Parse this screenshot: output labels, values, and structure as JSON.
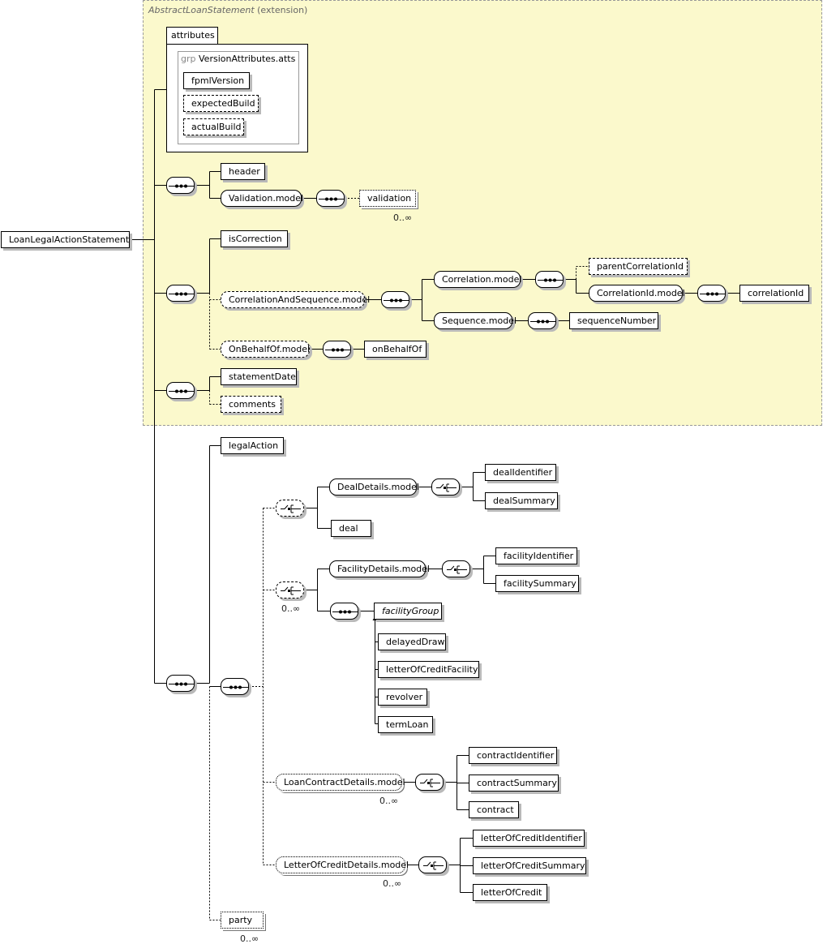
{
  "root": {
    "name": "LoanLegalActionStatement"
  },
  "extension": {
    "base": "AbstractLoanStatement",
    "suffix": "(extension)"
  },
  "attributes": {
    "tab_label": "attributes",
    "group_keyword": "grp",
    "group_name": "VersionAttributes.atts",
    "items": [
      "fpmlVersion",
      "expectedBuild",
      "actualBuild"
    ]
  },
  "elements": {
    "header": "header",
    "validation_model": "Validation.model",
    "validation": "validation",
    "is_correction": "isCorrection",
    "correlation_and_sequence_model": "CorrelationAndSequence.model",
    "correlation_model": "Correlation.model",
    "parent_correlation_id": "parentCorrelationId",
    "correlation_id_model": "CorrelationId.model",
    "correlation_id": "correlationId",
    "sequence_model": "Sequence.model",
    "sequence_number": "sequenceNumber",
    "on_behalf_of_model": "OnBehalfOf.model",
    "on_behalf_of": "onBehalfOf",
    "statement_date": "statementDate",
    "comments": "comments",
    "legal_action": "legalAction",
    "deal_details_model": "DealDetails.model",
    "deal_identifier": "dealIdentifier",
    "deal_summary": "dealSummary",
    "deal": "deal",
    "facility_details_model": "FacilityDetails.model",
    "facility_identifier": "facilityIdentifier",
    "facility_summary": "facilitySummary",
    "facility_group": "facilityGroup",
    "delayed_draw": "delayedDraw",
    "letter_of_credit_facility": "letterOfCreditFacility",
    "revolver": "revolver",
    "term_loan": "termLoan",
    "loan_contract_details_model": "LoanContractDetails.model",
    "contract_identifier": "contractIdentifier",
    "contract_summary": "contractSummary",
    "contract": "contract",
    "letter_of_credit_details_model": "LetterOfCreditDetails.model",
    "letter_of_credit_identifier": "letterOfCreditIdentifier",
    "letter_of_credit_summary": "letterOfCreditSummary",
    "letter_of_credit": "letterOfCredit",
    "party": "party"
  },
  "occurrence": {
    "unbounded": "0..∞"
  }
}
